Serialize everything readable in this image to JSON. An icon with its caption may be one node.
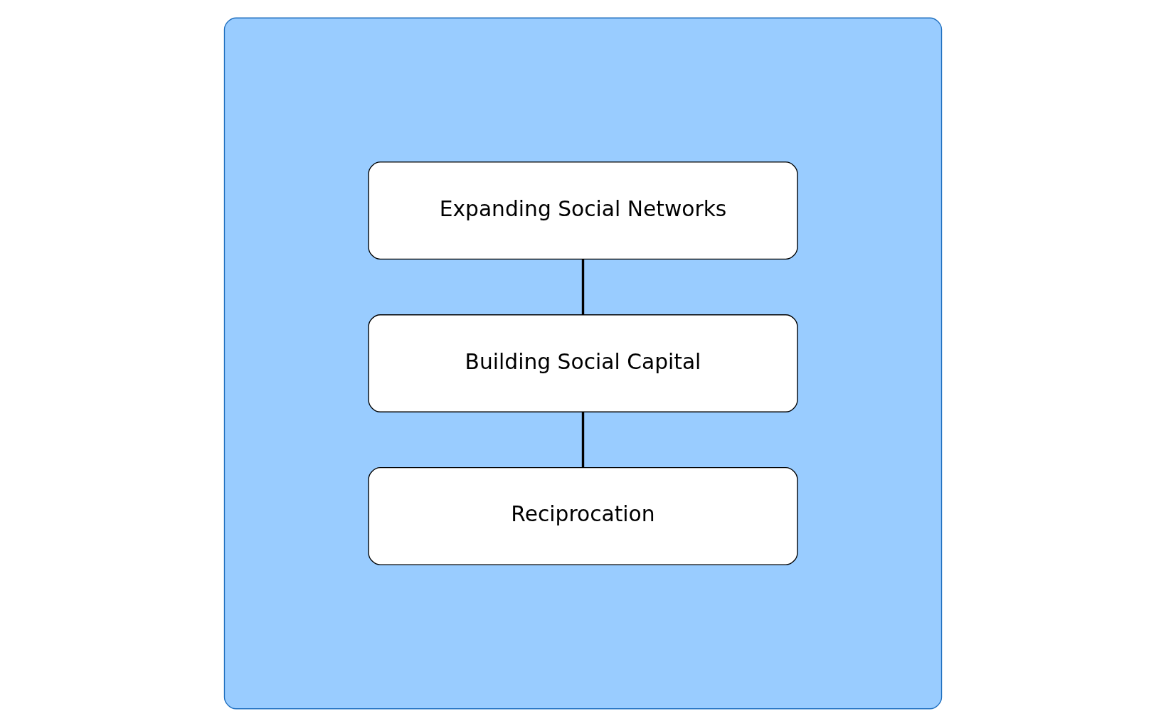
{
  "diagram": {
    "nodes": [
      {
        "text": [],
        "shape": "box"
      },
      {
        "text": [
          "Expanding Social Networks"
        ],
        "in": 0
      },
      {
        "text": [
          "Building Social Capital"
        ],
        "in": 0
      },
      {
        "text": [
          "Reciprocation"
        ],
        "in": 0
      }
    ],
    "edges": [
      {
        "from": 1,
        "to": 2,
        "arrow": "none"
      },
      {
        "from": 2,
        "to": 3,
        "arrow": "none"
      }
    ]
  }
}
